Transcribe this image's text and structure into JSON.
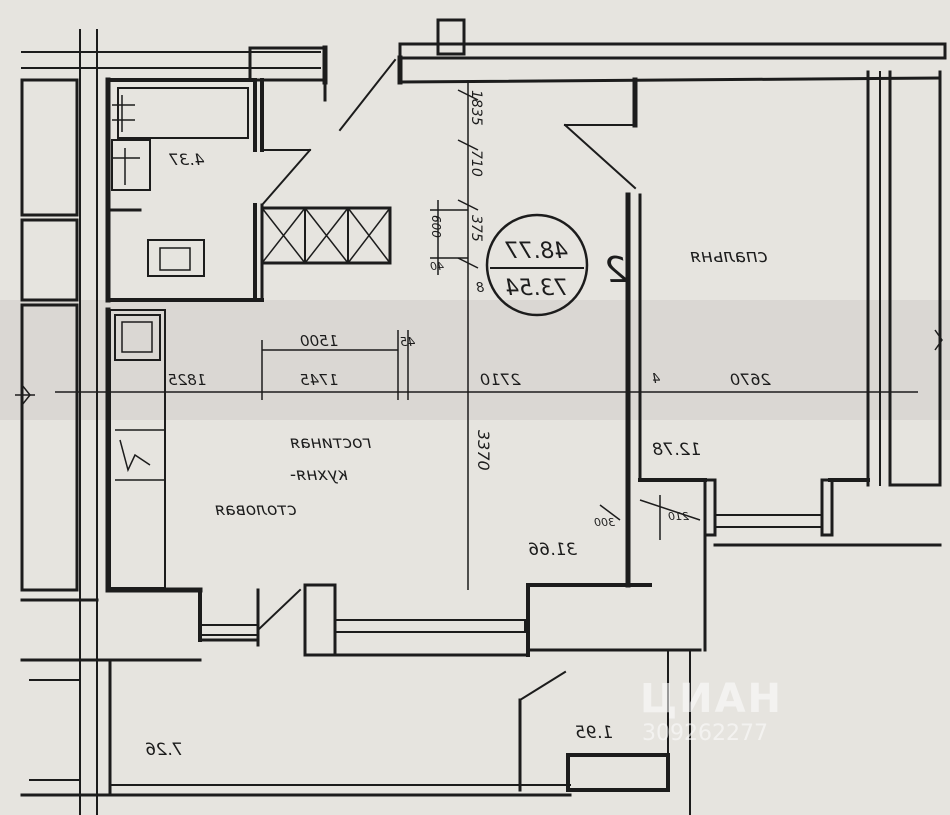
{
  "plan": {
    "apartment_number": "2",
    "area_total": "48.77",
    "area_living": "73.54",
    "rooms": {
      "bedroom_name": "спальня",
      "bedroom_area": "12.78",
      "living_name_line1": "гостиная",
      "living_name_line2": "кухня-",
      "living_name_line3": "столовая",
      "living_area": "31.66",
      "bathroom_area": "4.37",
      "balcony_left_area": "7.26",
      "balcony_right_area": "1.95"
    },
    "dimensions": {
      "d_2670": "2670",
      "d_2710": "2710",
      "d_1745": "1745",
      "d_1500": "1500",
      "d_1825": "1825",
      "d_45": "45",
      "d_4_left": "4",
      "d_3370": "3370",
      "d_1835": "1835",
      "d_710": "710",
      "d_375": "375",
      "d_600": "600",
      "d_300": "300",
      "d_210": "210",
      "d_40": "40",
      "d_8": "8"
    }
  },
  "watermark": {
    "brand": "ЦИАН",
    "code": "309262277"
  },
  "colors": {
    "paper": "#e6e4df",
    "ink": "#1c1c1c",
    "shadow_band": "#c9c7c2"
  }
}
